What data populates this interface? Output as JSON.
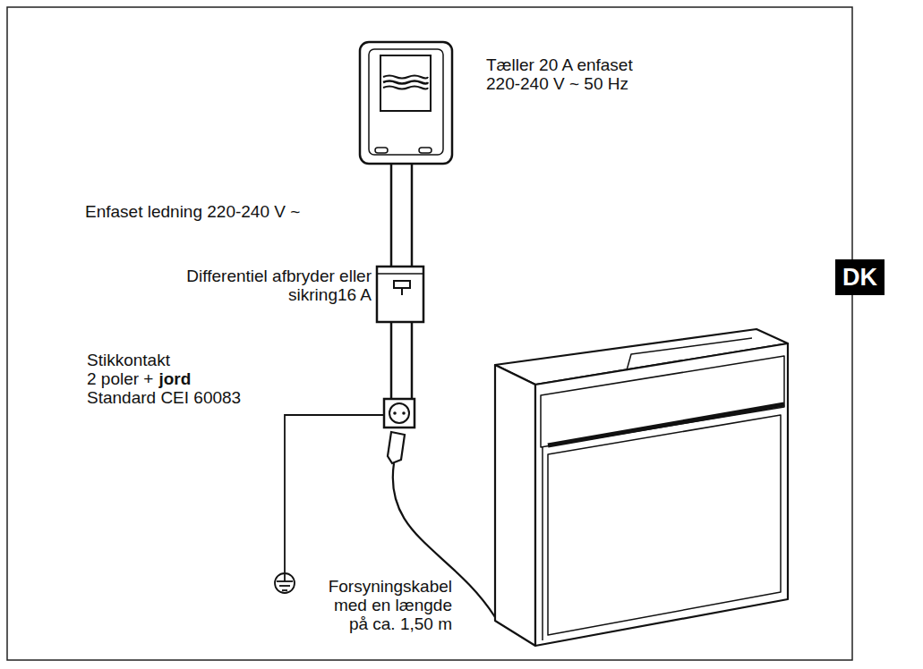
{
  "diagram": {
    "nodes": [
      {
        "text": [
          "DK"
        ]
      }
    ],
    "labels": [
      "Tæller 20 A enfaset 220-240 V ~ 50 Hz",
      "Enfaset ledning 220-240 V ~",
      "Differentiel afbryder eller sikring16 A",
      "Stikkontakt",
      "2 poler +",
      "jord",
      "Standard CEI 60083",
      "Forsyningskabel med en længde på ca. 1,50 m"
    ]
  }
}
